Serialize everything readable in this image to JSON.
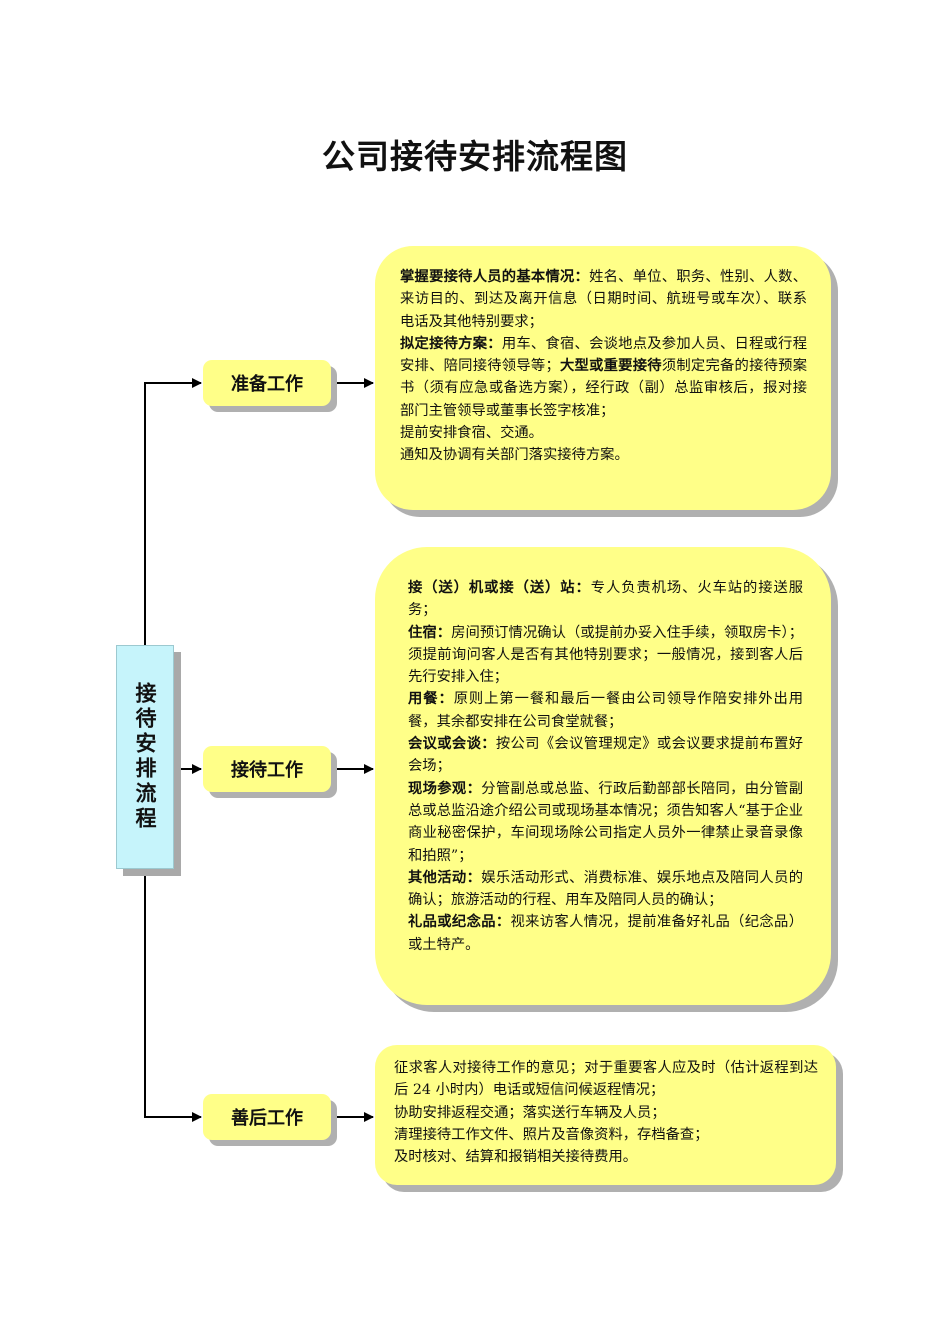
{
  "title": "公司接待安排流程图",
  "root": {
    "label": "接待安排流程"
  },
  "steps": [
    {
      "label": "准备工作"
    },
    {
      "label": "接待工作"
    },
    {
      "label": "善后工作"
    }
  ],
  "details": [
    {
      "items": [
        {
          "bold": "掌握要接待人员的基本情况：",
          "text": "姓名、单位、职务、性别、人数、来访目的、到达及离开信息（日期时间、航班号或车次）、联系电话及其他特别要求；"
        },
        {
          "bold": "拟定接待方案：",
          "text": "用车、食宿、会谈地点及参加人员、日程或行程安排、陪同接待领导等；",
          "bold2": "大型或重要接待",
          "text2": "须制定完备的接待预案书（须有应急或备选方案），经行政（副）总监审核后，报对接部门主管领导或董事长签字核准；"
        },
        {
          "bold": "",
          "text": "提前安排食宿、交通。"
        },
        {
          "bold": "",
          "text": "通知及协调有关部门落实接待方案。"
        }
      ]
    },
    {
      "items": [
        {
          "bold": "接（送）机或接（送）站：",
          "text": "专人负责机场、火车站的接送服务；"
        },
        {
          "bold": "住宿：",
          "text": "房间预订情况确认（或提前办妥入住手续，领取房卡）；须提前询问客人是否有其他特别要求；一般情况，接到客人后先行安排入住；"
        },
        {
          "bold": "用餐：",
          "text": "原则上第一餐和最后一餐由公司领导作陪安排外出用餐，其余都安排在公司食堂就餐；"
        },
        {
          "bold": "会议或会谈：",
          "text": "按公司《会议管理规定》或会议要求提前布置好会场；"
        },
        {
          "bold": "现场参观：",
          "text": "分管副总或总监、行政后勤部部长陪同，由分管副总或总监沿途介绍公司或现场基本情况；须告知客人“基于企业商业秘密保护，车间现场除公司指定人员外一律禁止录音录像和拍照”；"
        },
        {
          "bold": "其他活动：",
          "text": "娱乐活动形式、消费标准、娱乐地点及陪同人员的确认；旅游活动的行程、用车及陪同人员的确认；"
        },
        {
          "bold": "礼品或纪念品：",
          "text": "视来访客人情况，提前准备好礼品（纪念品）或土特产。"
        }
      ]
    },
    {
      "items": [
        {
          "bold": "",
          "text": "征求客人对接待工作的意见；对于重要客人应及时（估计返程到达后 24 小时内）电话或短信问候返程情况；"
        },
        {
          "bold": "",
          "text": "协助安排返程交通；落实送行车辆及人员；"
        },
        {
          "bold": "",
          "text": "清理接待工作文件、照片及音像资料，存档备查；"
        },
        {
          "bold": "",
          "text": "及时核对、结算和报销相关接待费用。"
        }
      ]
    }
  ]
}
